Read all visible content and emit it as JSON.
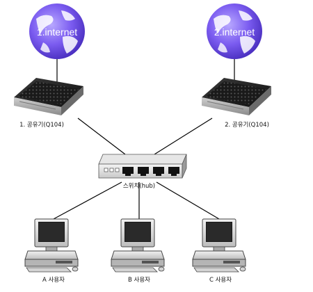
{
  "internet": [
    {
      "label": "1.internet"
    },
    {
      "label": "2.internet"
    }
  ],
  "routers": [
    {
      "label": "1. 공유기(Q104)"
    },
    {
      "label": "2. 공유기(Q104)"
    }
  ],
  "switch": {
    "label": "스위치(hub)"
  },
  "users": [
    {
      "label": "A 사용자"
    },
    {
      "label": "B 사용자"
    },
    {
      "label": "C 사용자"
    }
  ]
}
